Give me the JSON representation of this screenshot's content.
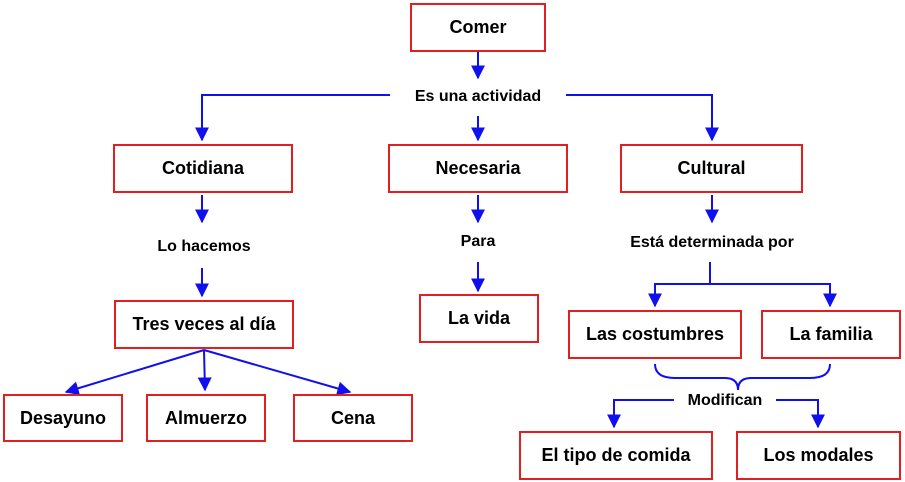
{
  "colors": {
    "box_border": "#e02020",
    "arrow": "#1010ee",
    "text": "#000000"
  },
  "nodes": {
    "comer": "Comer",
    "cotidiana": "Cotidiana",
    "necesaria": "Necesaria",
    "cultural": "Cultural",
    "tres_veces": "Tres veces al día",
    "la_vida": "La vida",
    "las_costumbres": "Las costumbres",
    "la_familia": "La familia",
    "desayuno": "Desayuno",
    "almuerzo": "Almuerzo",
    "cena": "Cena",
    "tipo_comida": "El tipo de comida",
    "modales": "Los modales"
  },
  "connectors": {
    "es_una_actividad": "Es una actividad",
    "lo_hacemos": "Lo hacemos",
    "para": "Para",
    "esta_determinada_por": "Está determinada por",
    "modifican": "Modifican"
  }
}
